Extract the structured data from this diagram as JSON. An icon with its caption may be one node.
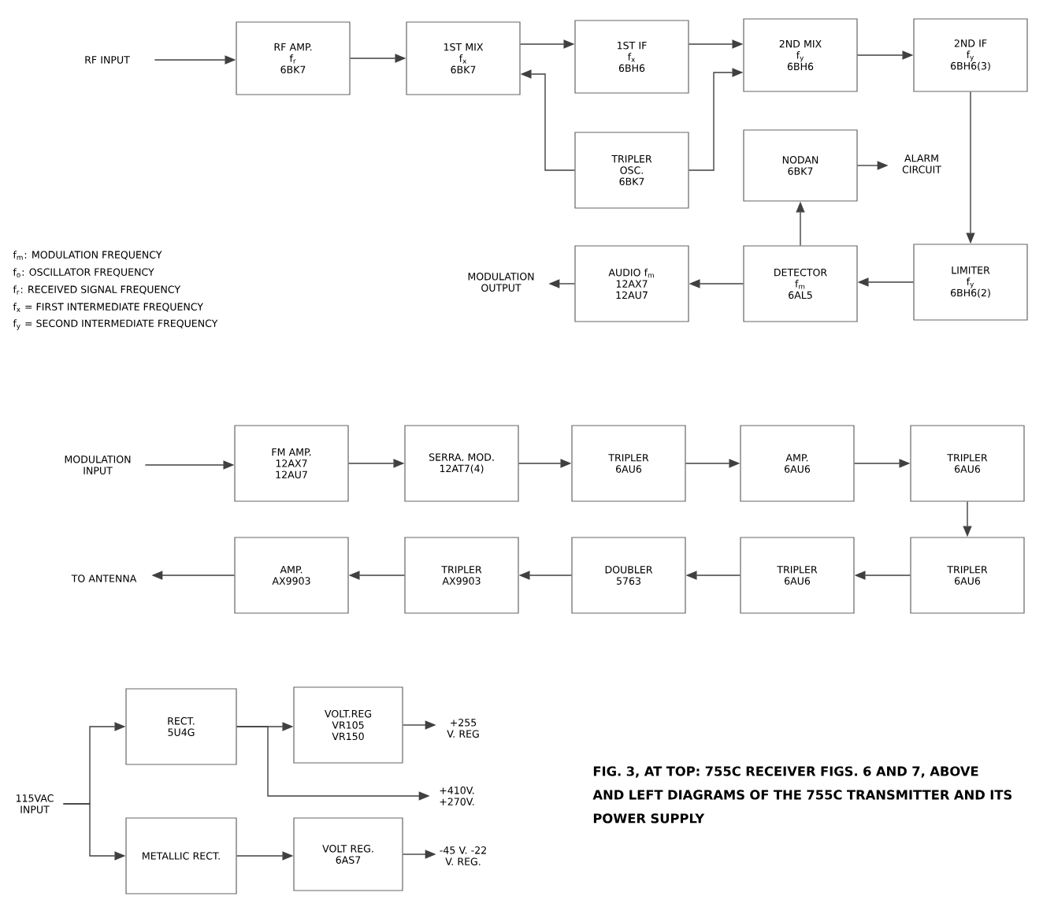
{
  "diagram": {
    "caption": "FIG. 3, AT TOP: 755C RECEIVER FIGS. 6 AND 7, ABOVE AND LEFT DIAGRAMS OF THE 755C TRANSMITTER AND ITS POWER SUPPLY",
    "nodes": [
      {
        "text": [
          "RF INPUT"
        ]
      },
      {
        "text": [
          "RF AMP.",
          "f$_{r}$",
          "6BK7"
        ]
      },
      {
        "text": [
          "1ST MIX",
          "f$_{x}$",
          "6BK7"
        ]
      },
      {
        "text": [
          "1ST IF",
          "f$_{x}$",
          "6BH6"
        ]
      },
      {
        "text": [
          "2ND MIX",
          "f$_{y}$",
          "6BH6"
        ]
      },
      {
        "text": [
          "2ND IF",
          "f$_{y}$",
          "6BH6(3)"
        ]
      },
      {
        "text": [
          "TRIPLER",
          "OSC.",
          "6BK7"
        ]
      },
      {
        "text": [
          "NODAN",
          "6BK7"
        ]
      },
      {
        "text": [
          "ALARM CIRCUIT"
        ]
      },
      {
        "text": [
          "MODULATION OUTPUT"
        ]
      },
      {
        "text": [
          "AUDIO f$_{m}$",
          "12AX7",
          "12AU7"
        ]
      },
      {
        "text": [
          "DETECTOR",
          "f$_{m}$",
          "6AL5"
        ]
      },
      {
        "text": [
          "LIMITER",
          "f$_{y}$",
          "6BH6(2)"
        ]
      },
      {
        "text": [
          "MODULATION INPUT"
        ]
      },
      {
        "text": [
          "FM AMP.",
          "12AX7",
          "12AU7"
        ]
      },
      {
        "text": [
          "SERRA. MOD.",
          "12AT7(4)"
        ]
      },
      {
        "text": [
          "TRIPLER",
          "6AU6"
        ]
      },
      {
        "text": [
          "AMP.",
          "6AU6"
        ]
      },
      {
        "text": [
          "TRIPLER",
          "6AU6"
        ]
      },
      {
        "text": [
          "TO ANTENNA"
        ]
      },
      {
        "text": [
          "AMP.",
          "AX9903"
        ]
      },
      {
        "text": [
          "TRIPLER",
          "AX9903"
        ]
      },
      {
        "text": [
          "DOUBLER",
          "5763"
        ]
      },
      {
        "text": [
          "TRIPLER",
          "6AU6"
        ]
      },
      {
        "text": [
          "TRIPLER",
          "6AU6"
        ]
      },
      {
        "text": [
          "115VAC INPUT"
        ]
      },
      {
        "text": [
          "RECT.",
          "5U4G"
        ]
      },
      {
        "text": [
          "VOLT.REG",
          "VR105",
          "VR150"
        ]
      },
      {
        "text": [
          "+255 V. REG"
        ]
      },
      {
        "text": [
          "+410V. +270V."
        ]
      },
      {
        "text": [
          "METALLIC RECT."
        ]
      },
      {
        "text": [
          "VOLT REG.",
          "6AS7"
        ]
      },
      {
        "text": [
          "-45 V. -22 V. REG."
        ]
      }
    ],
    "edges": [
      {
        "from": 0,
        "to": 1,
        "arrow": "to"
      },
      {
        "from": 1,
        "to": 2,
        "arrow": "to"
      },
      {
        "from": 2,
        "to": 3,
        "arrow": "to"
      },
      {
        "from": 6,
        "to": 2,
        "arrow": "to"
      },
      {
        "from": 3,
        "to": 4,
        "arrow": "to"
      },
      {
        "from": 6,
        "to": 4,
        "arrow": "to"
      },
      {
        "from": 4,
        "to": 5,
        "arrow": "to"
      },
      {
        "from": 5,
        "to": 12,
        "arrow": "to"
      },
      {
        "from": 12,
        "to": 11,
        "arrow": "to"
      },
      {
        "from": 11,
        "to": 10,
        "arrow": "to"
      },
      {
        "from": 10,
        "to": 9,
        "arrow": "to"
      },
      {
        "from": 11,
        "to": 7,
        "arrow": "to"
      },
      {
        "from": 7,
        "to": 8,
        "arrow": "to"
      },
      {
        "from": 13,
        "to": 14,
        "arrow": "to"
      },
      {
        "from": 14,
        "to": 15,
        "arrow": "to"
      },
      {
        "from": 15,
        "to": 16,
        "arrow": "to"
      },
      {
        "from": 16,
        "to": 17,
        "arrow": "to"
      },
      {
        "from": 17,
        "to": 18,
        "arrow": "to"
      },
      {
        "from": 18,
        "to": 24,
        "arrow": "to"
      },
      {
        "from": 24,
        "to": 23,
        "arrow": "to"
      },
      {
        "from": 23,
        "to": 22,
        "arrow": "to"
      },
      {
        "from": 22,
        "to": 21,
        "arrow": "to"
      },
      {
        "from": 21,
        "to": 20,
        "arrow": "to"
      },
      {
        "from": 20,
        "to": 19,
        "arrow": "to"
      },
      {
        "from": 25,
        "to": 26,
        "arrow": "to"
      },
      {
        "from": 25,
        "to": 30,
        "arrow": "to"
      },
      {
        "from": 26,
        "to": 27,
        "arrow": "to"
      },
      {
        "from": 26,
        "to": 29,
        "arrow": "to"
      },
      {
        "from": 27,
        "to": 28,
        "arrow": "to"
      },
      {
        "from": 30,
        "to": 31,
        "arrow": "to"
      },
      {
        "from": 31,
        "to": 32,
        "arrow": "to"
      }
    ],
    "labels": [
      "f$_{m}$: MODULATION FREQUENCY",
      "f$_{o}$: OSCILLATOR FREQUENCY",
      "f$_{r}$: RECEIVED SIGNAL FREQUENCY",
      "f$_{x}$ = FIRST INTERMEDIATE FREQUENCY",
      "f$_{y}$ = SECOND INTERMEDIATE FREQUENCY"
    ]
  }
}
